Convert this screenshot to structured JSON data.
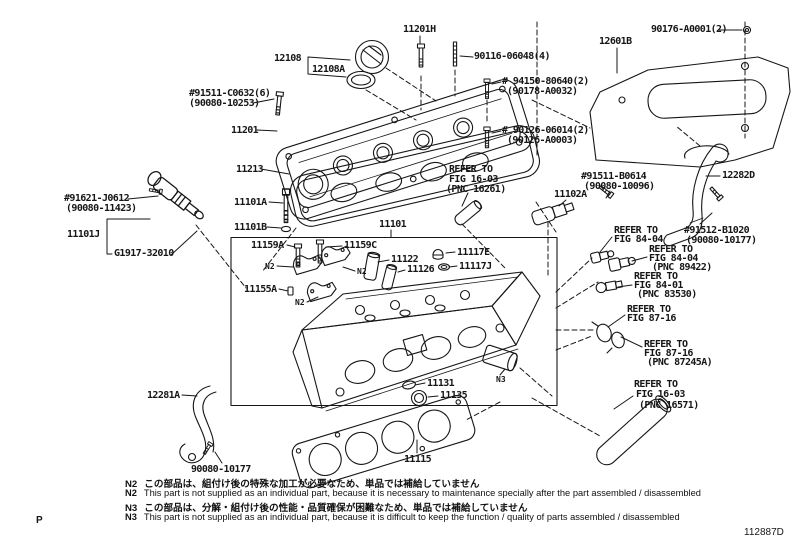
{
  "meta": {
    "page_letter": "P",
    "doc_code": "112887D"
  },
  "colors": {
    "ink": "#161616",
    "bg": "#ffffff"
  },
  "parts": {
    "p11201h": "11201H",
    "p12108": "12108",
    "p12108a": "12108A",
    "p90116": "90116-06048(4)",
    "p91511c": "#91511-C0632(6)",
    "p91511c_alt": "(90080-10253)",
    "p11201": "11201",
    "p94150": "# 94150-80640(2)",
    "p94150_alt": "(90178-A0032)",
    "p90126": "# 90126-06014(2)",
    "p90126_alt": "(90126-A0003)",
    "p12601b": "12601B",
    "p90176": "90176-A0001(2)",
    "p11213": "11213",
    "p91621": "#91621-J0612",
    "p91621_alt": "(90080-11423)",
    "p11101j": "11101J",
    "pg1917": "G1917-32010",
    "p11101a": "11101A",
    "p11101b": "11101B",
    "p11101": "11101",
    "p11159a": "11159A",
    "p11159c": "11159C",
    "p11122": "11122",
    "p11126": "11126",
    "p11117e": "11117E",
    "p11117j": "11117J",
    "p11155a": "11155A",
    "p11131": "11131",
    "p11135": "11135",
    "p11115": "11115",
    "p12281a": "12281A",
    "p90080_10177": "90080-10177",
    "p12282d": "12282D",
    "p91512": "#91512-B1020",
    "p91512_alt": "(90080-10177)",
    "p91511b": "#91511-B0614",
    "p91511b_alt": "(90080-10096)",
    "p11102a": "11102A"
  },
  "markers": {
    "n2": "N2",
    "n3": "N3"
  },
  "refers": {
    "fig1603_16261": {
      "l1": "REFER TO",
      "l2": "FIG 16-03",
      "l3": "(PNC 16261)"
    },
    "fig8404": {
      "l1": "REFER TO",
      "l2": "FIG 84-04"
    },
    "fig8404_89422": {
      "l1": "REFER TO",
      "l2": "FIG 84-04",
      "l3": "(PNC 89422)"
    },
    "fig8401_83530": {
      "l1": "REFER TO",
      "l2": "FIG 84-01",
      "l3": "(PNC 83530)"
    },
    "fig8716": {
      "l1": "REFER TO",
      "l2": "FIG 87-16"
    },
    "fig8716_87245a": {
      "l1": "REFER TO",
      "l2": "FIG 87-16",
      "l3": "(PNC 87245A)"
    },
    "fig1603_16571": {
      "l1": "REFER TO",
      "l2": "FIG 16-03",
      "l3": "(PNC 16571)"
    }
  },
  "notes": [
    {
      "tag": "N2",
      "text": "この部品は、組付け後の特殊な加工が必要なため、単品では補給していません"
    },
    {
      "tag": "N2",
      "text": "This part is not supplied as an individual part, because it is necessary to maintenance specially after the part assembled / disassembled"
    },
    {
      "tag": "N3",
      "text": "この部品は、分解・組付け後の性能・品質確保が困難なため、単品では補給していません"
    },
    {
      "tag": "N3",
      "text": "This part is not supplied as an individual part, because it is difficult to keep the function / quality of parts  assembled / disassembled"
    }
  ]
}
